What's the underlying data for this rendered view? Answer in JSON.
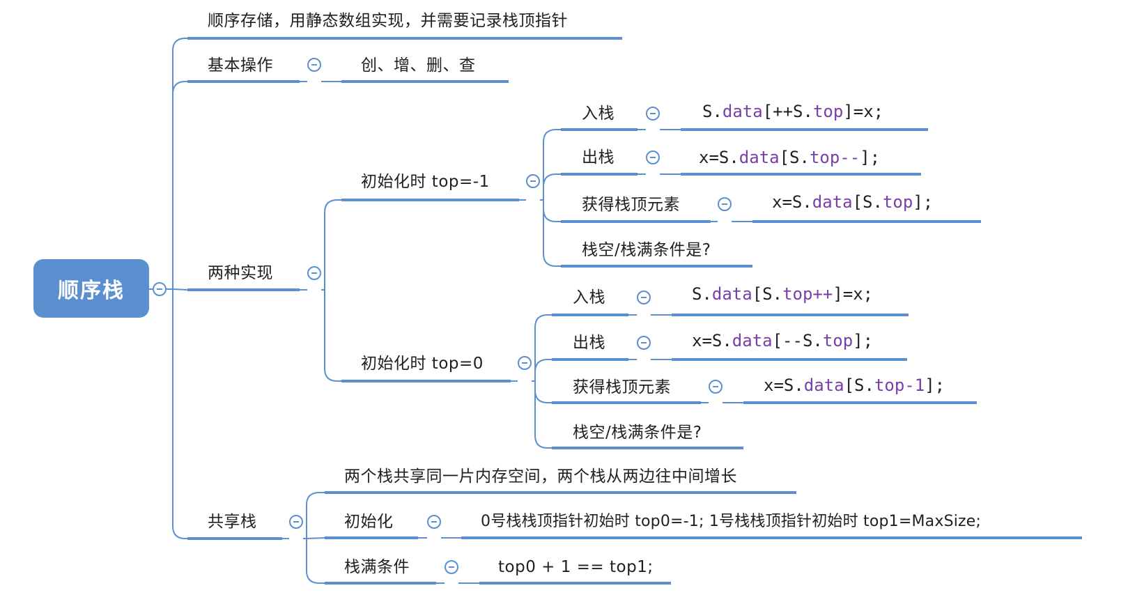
{
  "root": {
    "label": "顺序栈"
  },
  "branches": {
    "desc": "顺序存储，用静态数组实现，并需要记录栈顶指针",
    "basic_ops": {
      "label": "基本操作",
      "detail": "创、增、删、查"
    },
    "two_impl": {
      "label": "两种实现",
      "impl_a": {
        "label": "初始化时 top=-1",
        "push": {
          "label": "入栈",
          "code": [
            "S.",
            "data",
            "[++S.",
            "top",
            "]=x;"
          ]
        },
        "pop": {
          "label": "出栈",
          "code": [
            "x=S.",
            "data",
            "[S.",
            "top--",
            "];"
          ]
        },
        "peek": {
          "label": "获得栈顶元素",
          "code": [
            "x=S.",
            "data",
            "[S.",
            "top",
            "];"
          ]
        },
        "empty_full": {
          "label": "栈空/栈满条件是?"
        }
      },
      "impl_b": {
        "label": "初始化时 top=0",
        "push": {
          "label": "入栈",
          "code": [
            "S.",
            "data",
            "[S.",
            "top++",
            "]=x;"
          ]
        },
        "pop": {
          "label": "出栈",
          "code": [
            "x=S.",
            "data",
            "[--S.",
            "top",
            "];"
          ]
        },
        "peek": {
          "label": "获得栈顶元素",
          "code": [
            "x=S.",
            "data",
            "[S.",
            "top-1",
            "];"
          ]
        },
        "empty_full": {
          "label": "栈空/栈满条件是?"
        }
      }
    },
    "shared": {
      "label": "共享栈",
      "desc": "两个栈共享同一片内存空间，两个栈从两边往中间增长",
      "init": {
        "label": "初始化",
        "detail": "0号栈栈顶指针初始时 top0=-1;   1号栈栈顶指针初始时  top1=MaxSize;"
      },
      "full": {
        "label": "栈满条件",
        "detail": "top0 + 1 == top1;"
      }
    }
  },
  "colors": {
    "line": "#5b8fd0",
    "root_fill": "#5b8fd0",
    "code_keyword": "#7a3ea8"
  }
}
